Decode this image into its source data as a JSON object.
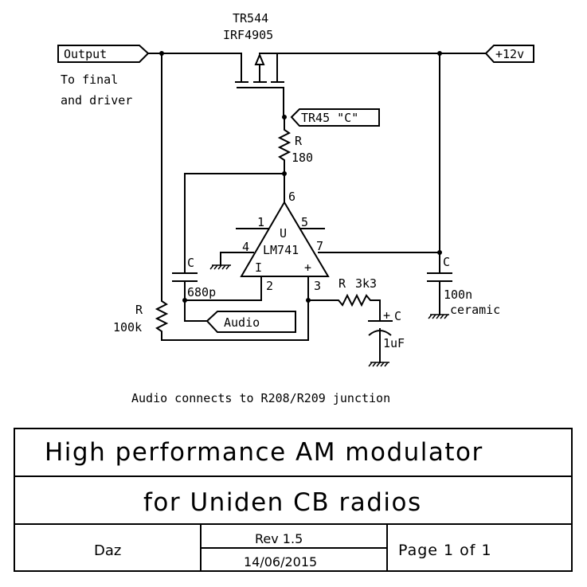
{
  "schematic": {
    "transistor": {
      "ref": "TR544",
      "part": "IRF4905"
    },
    "ports": {
      "output": "Output",
      "supply": "+12v",
      "tr45": "TR45 \"C\"",
      "audio": "Audio"
    },
    "notes": {
      "output_line1": "To final",
      "output_line2": "and driver",
      "footer": "Audio connects to R208/R209 junction"
    },
    "components": {
      "r_180": {
        "ref": "R",
        "value": "180"
      },
      "r_100k": {
        "ref": "R",
        "value": "100k"
      },
      "r_3k3": {
        "ref": "R",
        "value": "3k3"
      },
      "c_680p": {
        "ref": "C",
        "value": "680p"
      },
      "c_100n": {
        "ref": "C",
        "value": "100n",
        "note": "ceramic"
      },
      "c_1uf": {
        "ref": "C",
        "value": "1uF",
        "polarity": "+"
      },
      "opamp": {
        "ref": "U",
        "part": "LM741",
        "pins": {
          "p1": "1",
          "p2": "2",
          "p3": "3",
          "p4": "4",
          "p5": "5",
          "p6": "6",
          "p7": "7"
        },
        "inv": "I",
        "noninv": "+"
      }
    }
  },
  "title_block": {
    "title_line1": "High performance AM modulator",
    "title_line2": "for Uniden CB radios",
    "author": "Daz",
    "revision": "Rev 1.5",
    "date": "14/06/2015",
    "page": "Page 1 of 1"
  }
}
